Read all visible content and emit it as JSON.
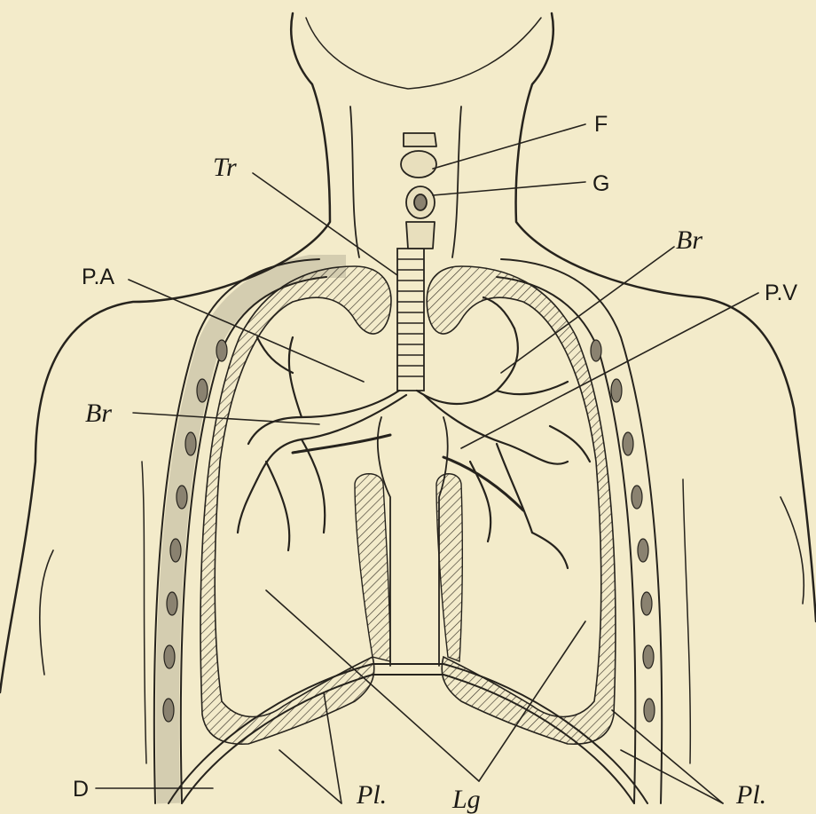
{
  "labels": {
    "F": "F",
    "G": "G",
    "Tr": "Tr",
    "PA": "P.A",
    "PV": "P.V",
    "Br_left": "Br",
    "Br_right": "Br",
    "Pl_left": "Pl.",
    "Pl_right": "Pl.",
    "Lg": "Lg",
    "D": "D"
  },
  "colors": {
    "paper": "#f3ebca",
    "ink": "#26231d"
  }
}
